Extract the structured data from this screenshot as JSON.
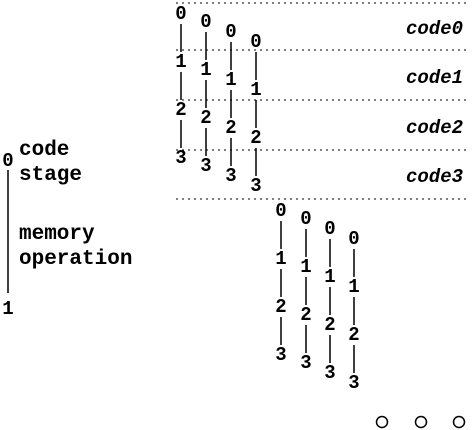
{
  "stage_digits": [
    "0",
    "1",
    "2",
    "3"
  ],
  "code_rows": [
    "code0",
    "code1",
    "code2",
    "code3"
  ],
  "legend": {
    "top_digit": "0",
    "top_label_line1": "code",
    "top_label_line2": "stage",
    "bottom_label_line1": "memory",
    "bottom_label_line2": "operation",
    "bottom_digit": "1"
  },
  "continuation": "○ ○ ○"
}
